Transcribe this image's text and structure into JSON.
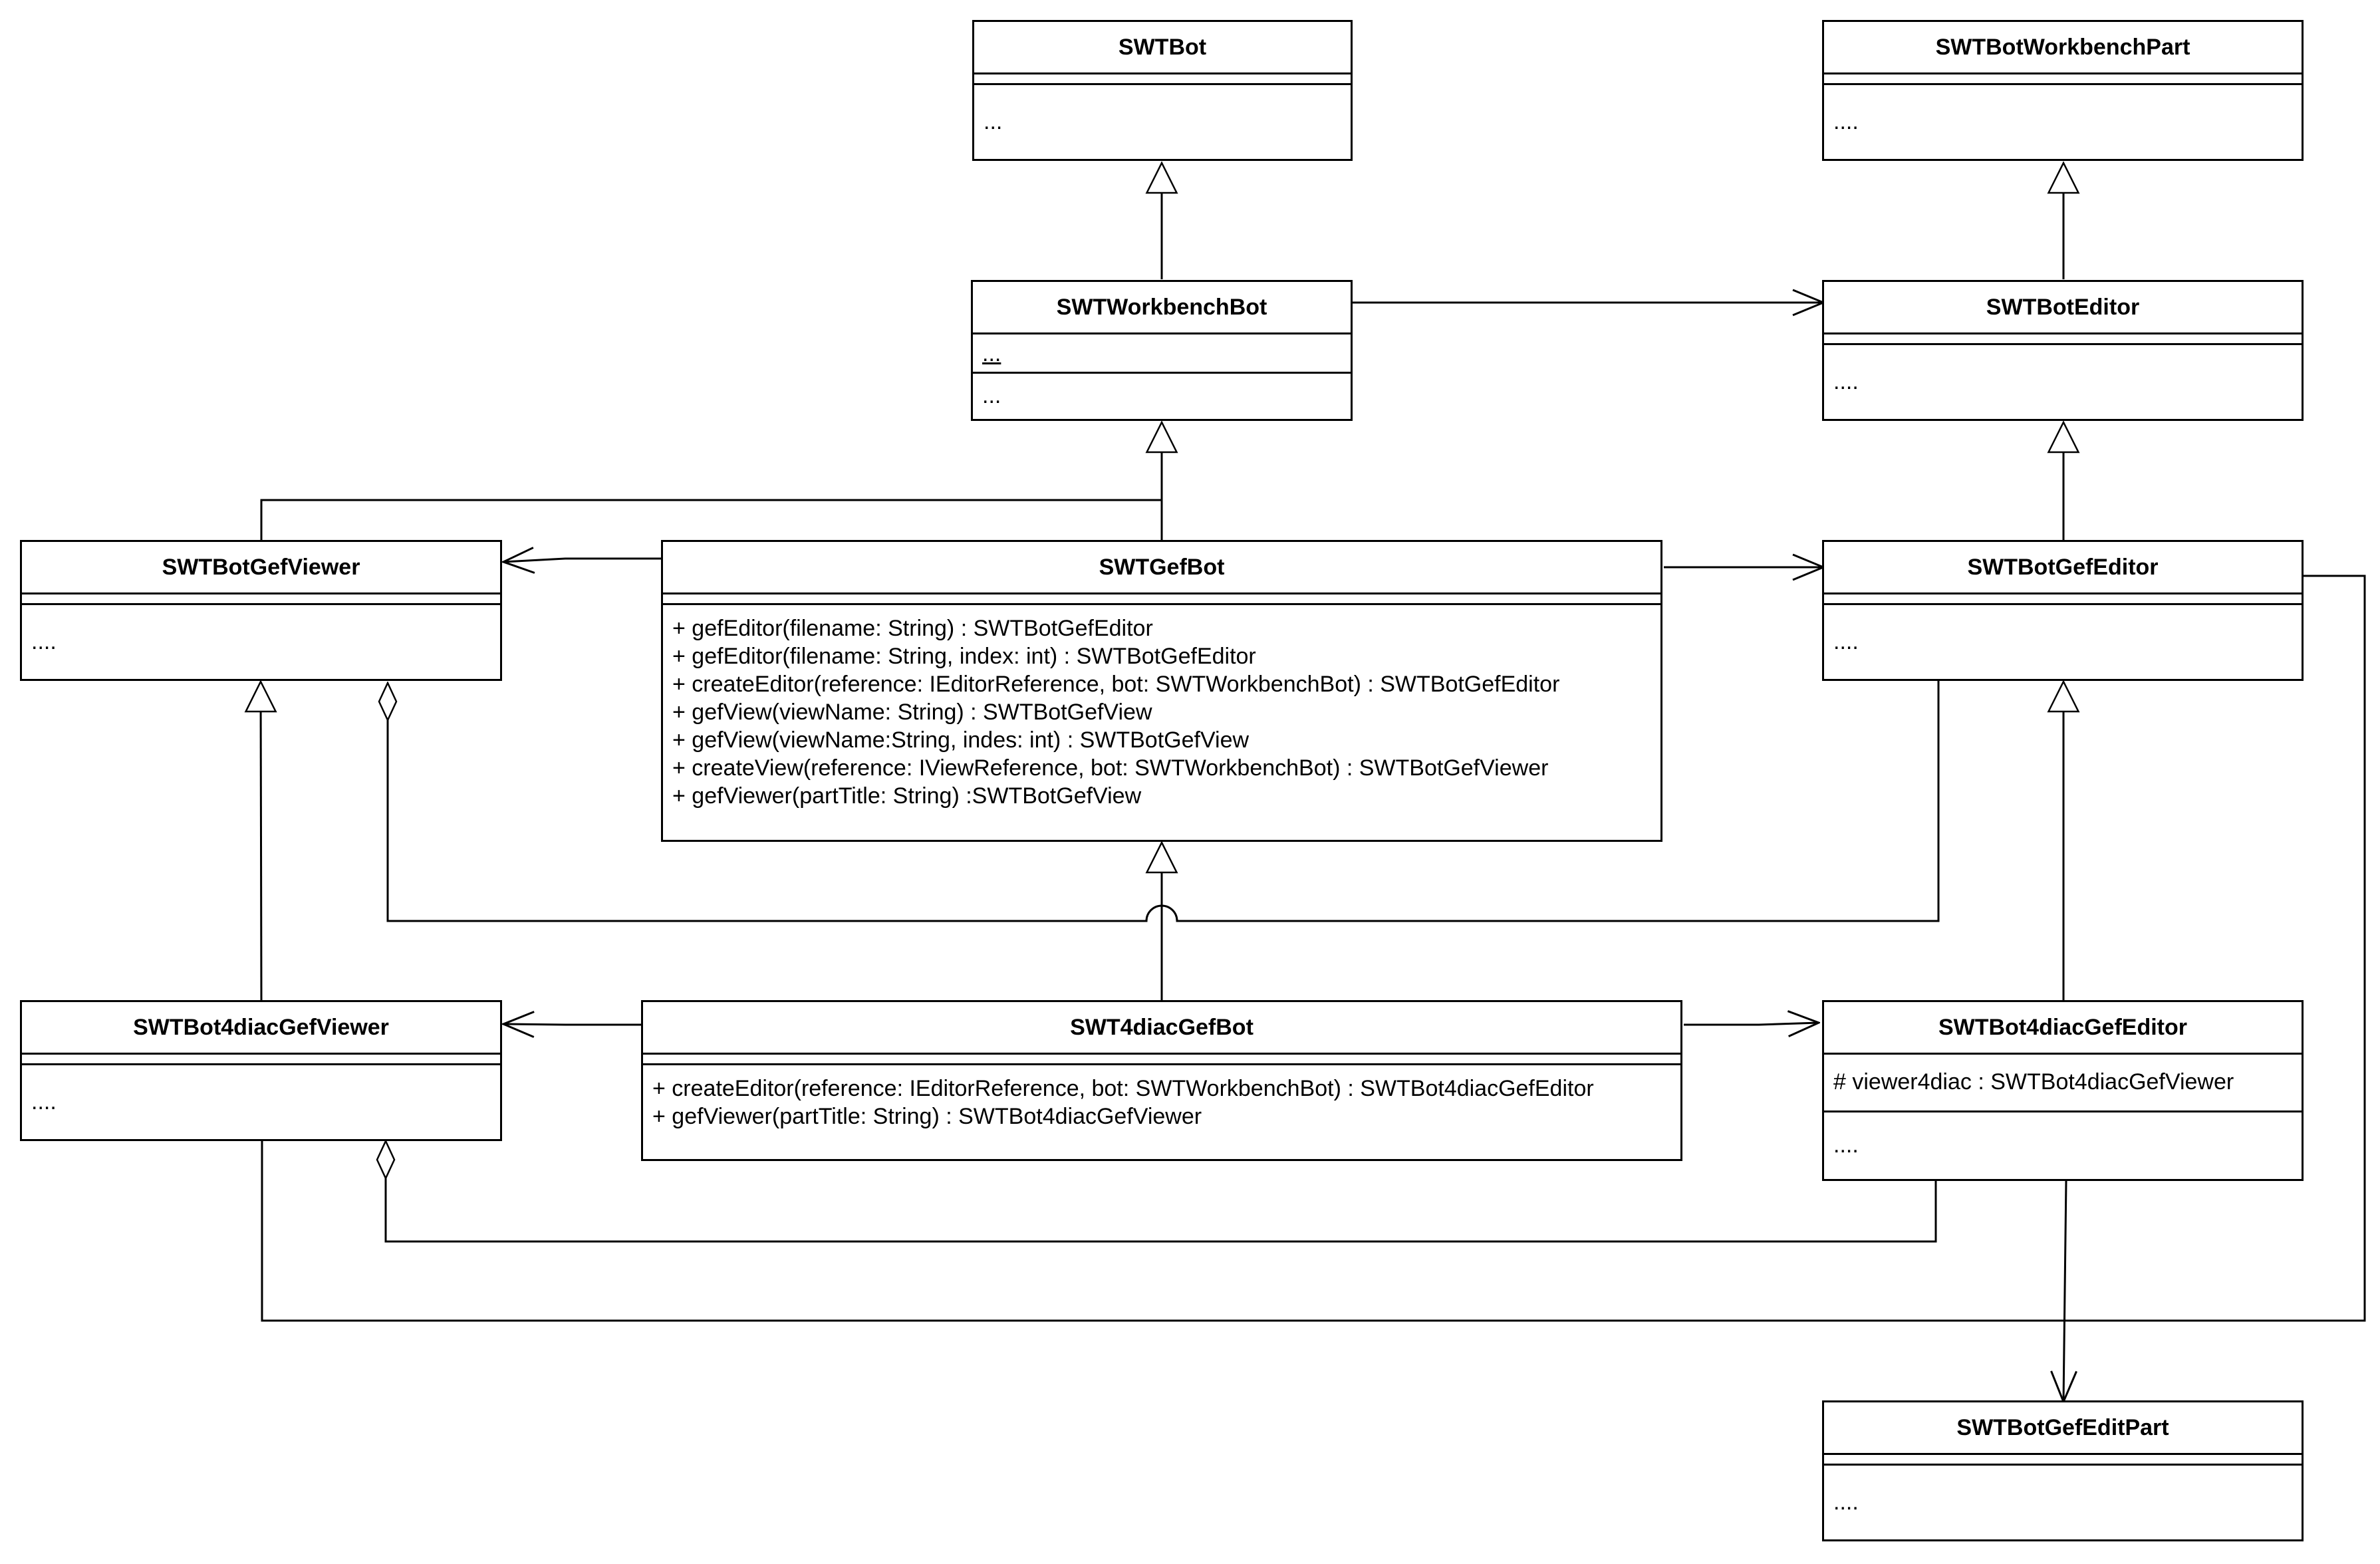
{
  "diagram": {
    "classes": {
      "swtbot": {
        "name": "SWTBot",
        "operations": [
          "..."
        ]
      },
      "swtbot_workbench_part": {
        "name": "SWTBotWorkbenchPart",
        "operations": [
          "...."
        ]
      },
      "swt_workbench_bot": {
        "name": "SWTWorkbenchBot",
        "attributes": [
          "..."
        ],
        "operations": [
          "..."
        ]
      },
      "swtbot_editor": {
        "name": "SWTBotEditor",
        "operations": [
          "...."
        ]
      },
      "swtbot_gef_viewer": {
        "name": "SWTBotGefViewer",
        "operations": [
          "...."
        ]
      },
      "swt_gef_bot": {
        "name": "SWTGefBot",
        "operations": [
          "+ gefEditor(filename: String) : SWTBotGefEditor",
          "+ gefEditor(filename: String, index: int) : SWTBotGefEditor",
          "+ createEditor(reference: IEditorReference, bot: SWTWorkbenchBot) : SWTBotGefEditor",
          "+ gefView(viewName: String) : SWTBotGefView",
          "+ gefView(viewName:String, indes: int) : SWTBotGefView",
          "+ createView(reference: IViewReference, bot: SWTWorkbenchBot) : SWTBotGefViewer",
          "+ gefViewer(partTitle: String) :SWTBotGefView"
        ]
      },
      "swtbot_gef_editor": {
        "name": "SWTBotGefEditor",
        "operations": [
          "...."
        ]
      },
      "swtbot4diac_gef_viewer": {
        "name": "SWTBot4diacGefViewer",
        "operations": [
          "...."
        ]
      },
      "swt4diac_gef_bot": {
        "name": "SWT4diacGefBot",
        "operations": [
          "+ createEditor(reference: IEditorReference, bot: SWTWorkbenchBot) : SWTBot4diacGefEditor",
          "+ gefViewer(partTitle: String) : SWTBot4diacGefViewer"
        ]
      },
      "swtbot4diac_gef_editor": {
        "name": "SWTBot4diacGefEditor",
        "attributes": [
          "# viewer4diac : SWTBot4diacGefViewer"
        ],
        "operations": [
          "...."
        ]
      },
      "swtbot_gef_edit_part": {
        "name": "SWTBotGefEditPart",
        "operations": [
          "...."
        ]
      }
    },
    "colors": {
      "line": "#000000",
      "background": "#ffffff"
    }
  }
}
